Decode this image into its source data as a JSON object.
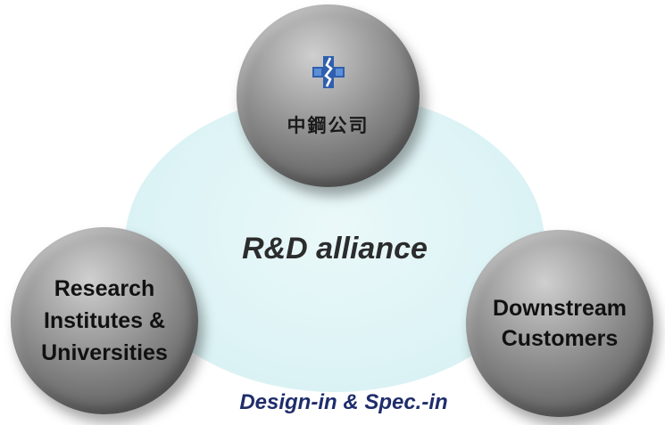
{
  "diagram": {
    "center_label": "R&D alliance",
    "bottom_label": "Design-in & Spec.-in",
    "top_node": {
      "logo_text": "中鋼公司",
      "logo_icon": "csc-cross-logo-icon"
    },
    "left_node": {
      "label": "Research\nInstitutes &\nUniversities"
    },
    "right_node": {
      "label": "Downstream\nCustomers"
    }
  },
  "colors": {
    "background_ellipse": "#dcf3f5",
    "circle_gray": "#8a8a8a",
    "bottom_label_color": "#1f2d6b",
    "logo_blue": "#2f5fae"
  }
}
